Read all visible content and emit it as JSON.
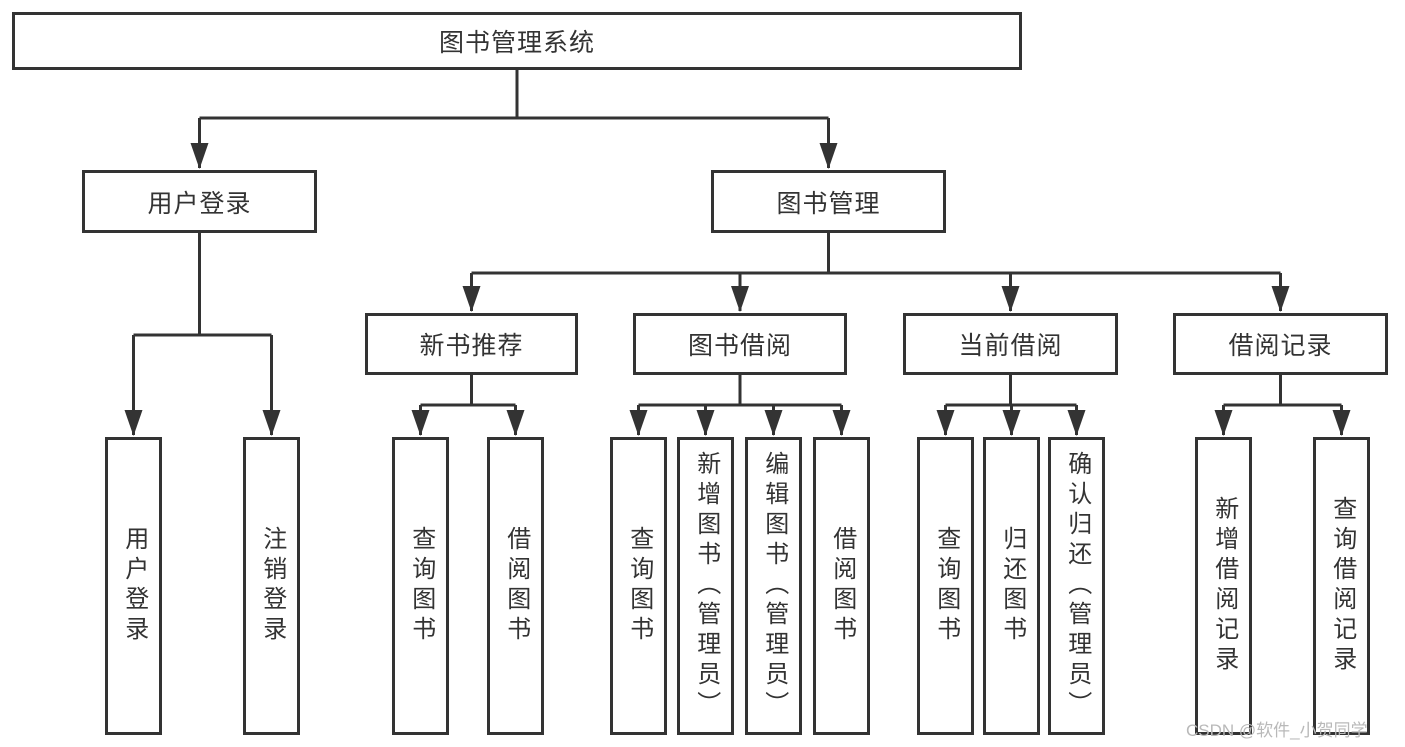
{
  "diagram_title": "图书管理系统",
  "tree": {
    "label": "图书管理系统",
    "children": [
      {
        "label": "用户登录",
        "children": [
          {
            "label": "用户登录"
          },
          {
            "label": "注销登录"
          }
        ]
      },
      {
        "label": "图书管理",
        "children": [
          {
            "label": "新书推荐",
            "children": [
              {
                "label": "查询图书"
              },
              {
                "label": "借阅图书"
              }
            ]
          },
          {
            "label": "图书借阅",
            "children": [
              {
                "label": "查询图书"
              },
              {
                "label": "新增图书（管理员）"
              },
              {
                "label": "编辑图书（管理员）"
              },
              {
                "label": "借阅图书"
              }
            ]
          },
          {
            "label": "当前借阅",
            "children": [
              {
                "label": "查询图书"
              },
              {
                "label": "归还图书"
              },
              {
                "label": "确认归还（管理员）"
              }
            ]
          },
          {
            "label": "借阅记录",
            "children": [
              {
                "label": "新增借阅记录"
              },
              {
                "label": "查询借阅记录"
              }
            ]
          }
        ]
      }
    ]
  },
  "watermark": "CSDN @软件_小贺同学",
  "colors": {
    "line": "#333333",
    "box_border": "#333333",
    "text": "#333333",
    "background": "#ffffff",
    "watermark": "#b9b9b9"
  }
}
